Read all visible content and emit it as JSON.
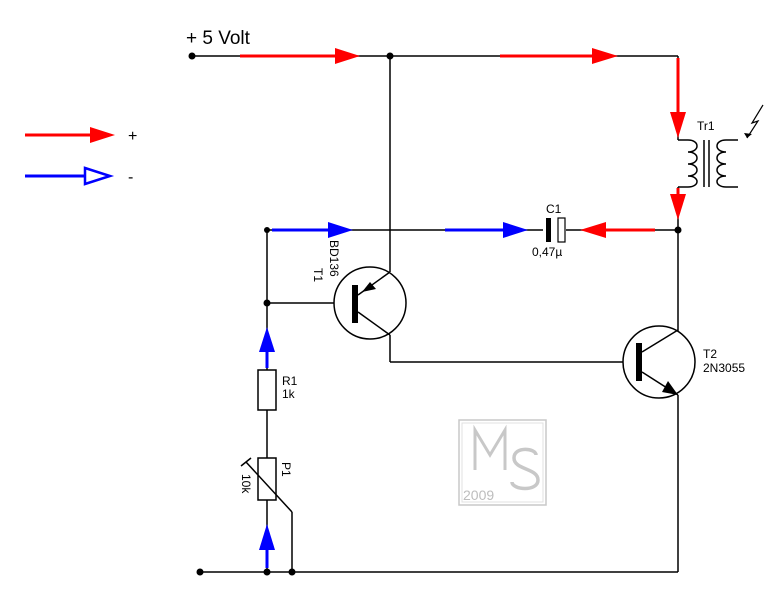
{
  "supply": {
    "label": "+ 5 Volt"
  },
  "legend": {
    "items": [
      {
        "symbol": "+",
        "color": "#ff0000",
        "arrow": "filled"
      },
      {
        "symbol": "-",
        "color": "#0000ff",
        "arrow": "hollow"
      }
    ]
  },
  "components": {
    "transformer": {
      "ref": "Tr1"
    },
    "capacitor": {
      "ref": "C1",
      "value": "0,47µ"
    },
    "t1": {
      "ref": "T1",
      "type": "BD136"
    },
    "t2": {
      "ref": "T2",
      "type": "2N3055"
    },
    "r1": {
      "ref": "R1",
      "value": "1k"
    },
    "p1": {
      "ref": "P1",
      "value": "10k"
    }
  },
  "watermark": {
    "year": "2009",
    "logo_text": "MS"
  },
  "colors": {
    "positive_flow": "#ff0000",
    "negative_flow": "#0000ff",
    "wire": "#000000"
  }
}
